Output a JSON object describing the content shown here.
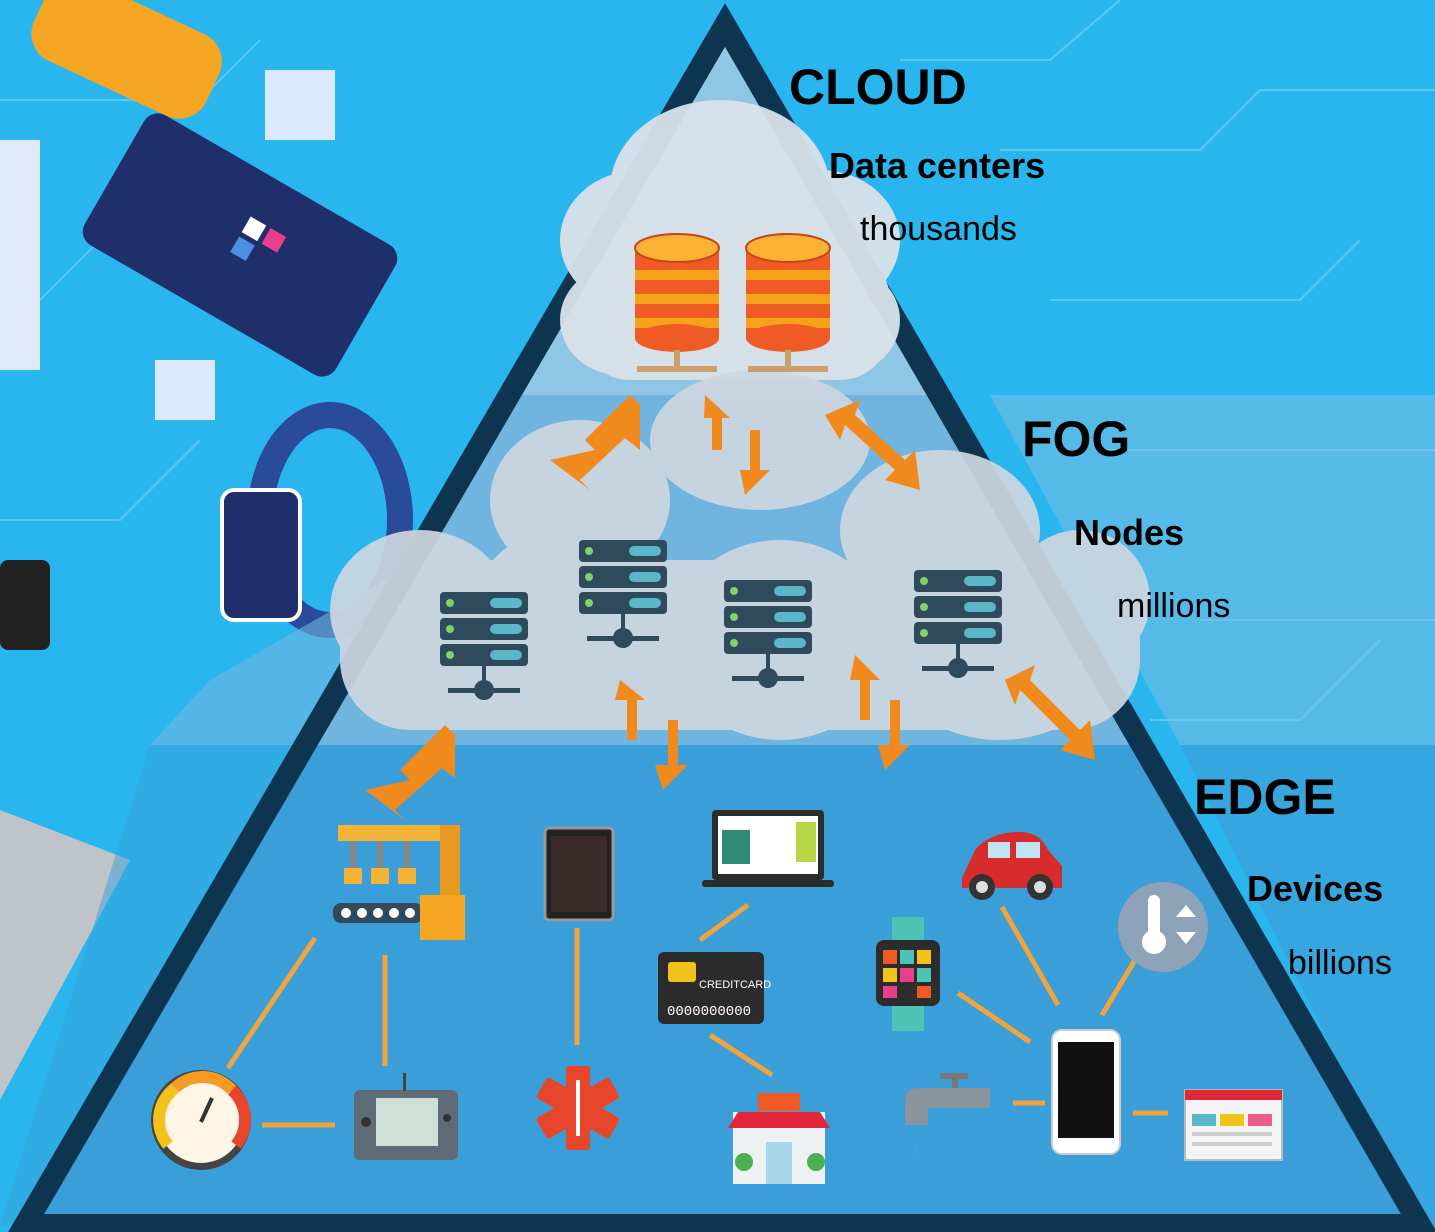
{
  "layers": {
    "cloud": {
      "title": "CLOUD",
      "subtitle": "Data centers",
      "count": "thousands"
    },
    "fog": {
      "title": "FOG",
      "subtitle": "Nodes",
      "count": "millions"
    },
    "edge": {
      "title": "EDGE",
      "subtitle": "Devices",
      "count": "billions"
    }
  },
  "credit_card": {
    "brand": "CREDITCARD",
    "number": "0000000000"
  },
  "colors": {
    "background": "#29b6ef",
    "pyramid_outline": "#0d3550",
    "cloud_band": "#8fc6e6",
    "fog_band": "#6fb5df",
    "edge_band": "#3a9fd8",
    "arrow": "#f08a1c",
    "link_line": "#f3a23c",
    "database": "#f05a24",
    "server": "#2f4a5a"
  },
  "icons": [
    "database-icon",
    "server-icon",
    "factory-robot-icon",
    "tablet-icon",
    "laptop-icon",
    "credit-card-icon",
    "car-icon",
    "smartwatch-icon",
    "thermometer-icon",
    "speedometer-icon",
    "game-console-icon",
    "medical-star-icon",
    "store-icon",
    "water-tap-icon",
    "smartphone-icon",
    "browser-window-icon"
  ]
}
